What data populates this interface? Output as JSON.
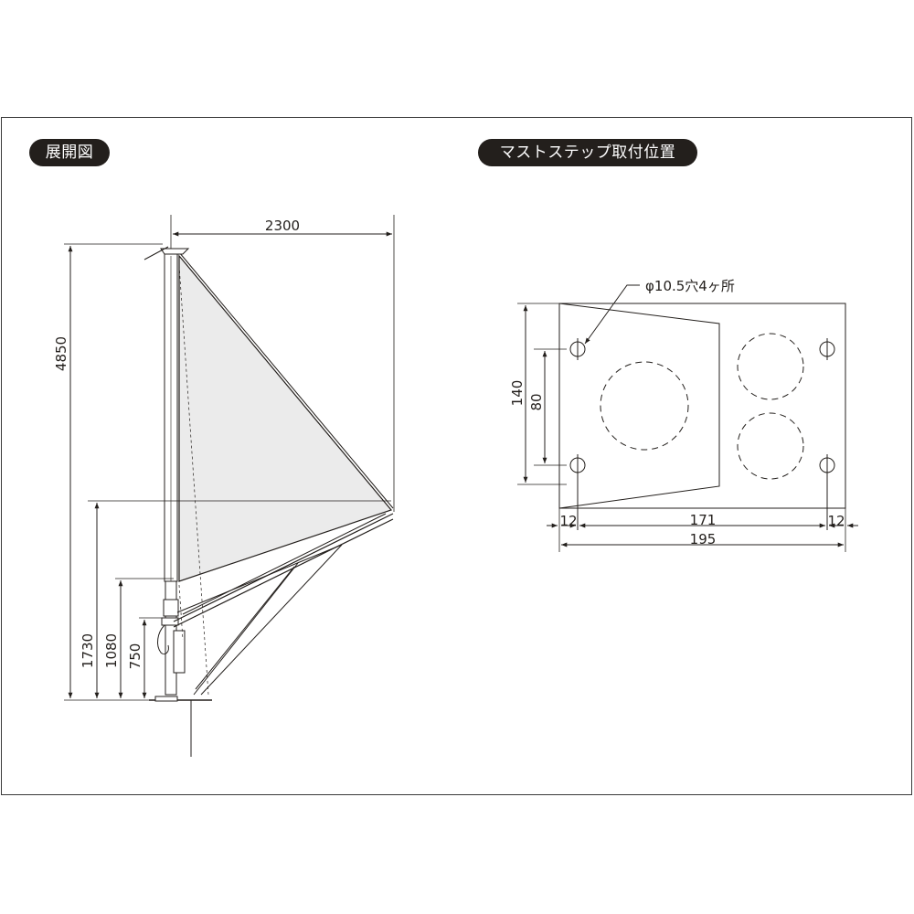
{
  "headings": {
    "left": "展開図",
    "right": "マストステップ取付位置"
  },
  "left_diagram": {
    "width_label": "2300",
    "height_label": "4850",
    "boom_height_label": "1730",
    "mid_height_label": "1080",
    "step_height_label": "750"
  },
  "right_diagram": {
    "hole_note": "φ10.5穴4ヶ所",
    "outer_height_label": "140",
    "hole_spacing_label": "80",
    "margin_left_label": "12",
    "hole_span_label": "171",
    "margin_right_label": "12",
    "total_width_label": "195"
  },
  "colors": {
    "line": "#231f1c",
    "sail_fill": "#ebebeb",
    "pill_bg": "#231f1c"
  }
}
